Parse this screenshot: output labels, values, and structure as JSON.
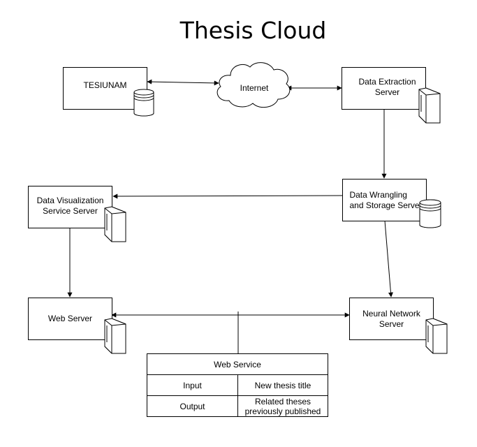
{
  "title": "Thesis Cloud",
  "nodes": {
    "tesiunam": "TESIUNAM",
    "internet": "Internet",
    "extraction": "Data Extraction\nServer",
    "wrangling": "Data Wrangling\nand Storage Server",
    "visualization": "Data Visualization\nService Server",
    "web": "Web Server",
    "neural": "Neural Network\nServer"
  },
  "web_service": {
    "header": "Web Service",
    "rows": [
      {
        "label": "Input",
        "value": "New thesis title"
      },
      {
        "label": "Output",
        "value": "Related theses\npreviously published"
      }
    ]
  }
}
